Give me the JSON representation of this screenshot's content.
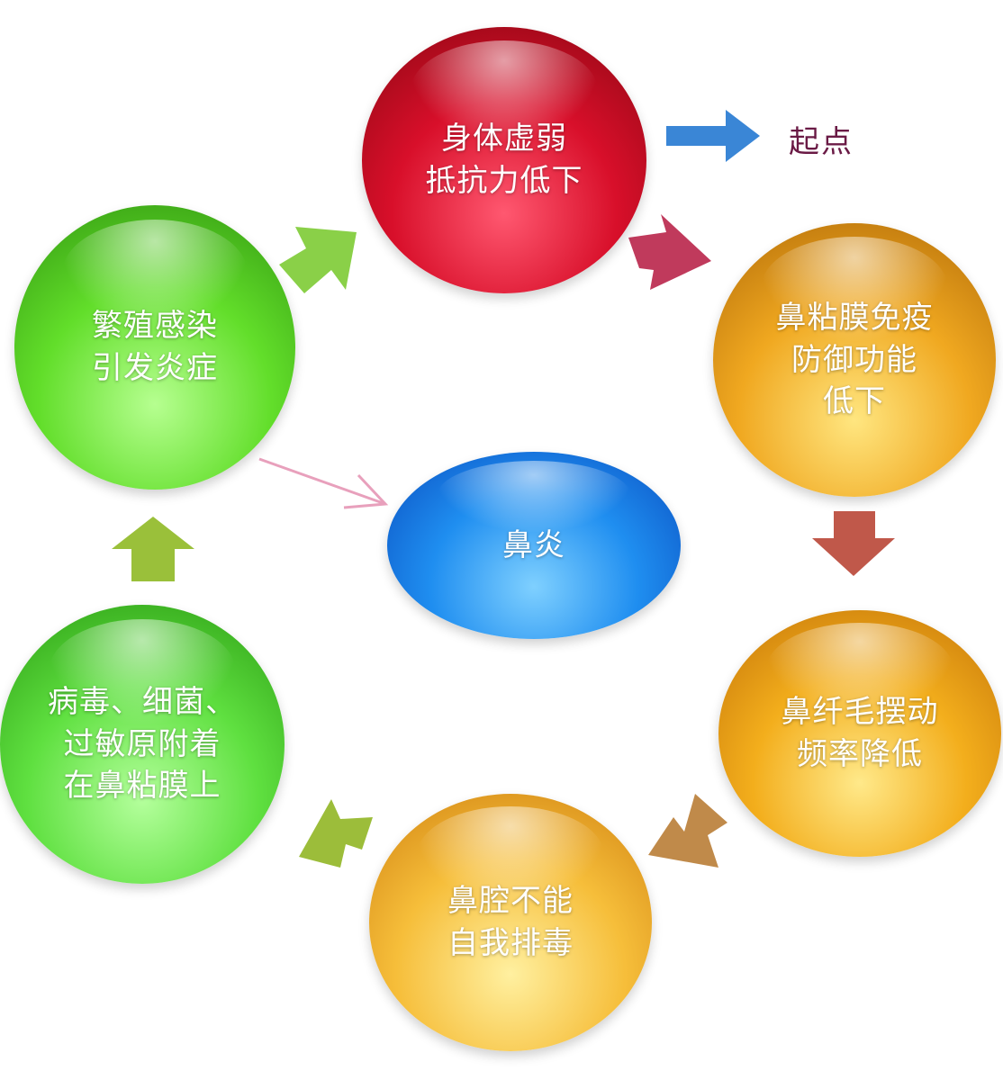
{
  "nodes": {
    "weak_body": {
      "line1": "身体虚弱",
      "line2": "抵抗力低下"
    },
    "mucosa_immunity": {
      "line1": "鼻粘膜免疫",
      "line2": "防御功能",
      "line3": "低下"
    },
    "cilia": {
      "line1": "鼻纤毛摆动",
      "line2": "频率降低"
    },
    "self_clean": {
      "line1": "鼻腔不能",
      "line2": "自我排毒"
    },
    "pathogens": {
      "line1": "病毒、细菌、",
      "line2": "过敏原附着",
      "line3": "在鼻粘膜上"
    },
    "infection": {
      "line1": "繁殖感染",
      "line2": "引发炎症"
    },
    "center": {
      "label": "鼻炎"
    }
  },
  "start_label": "起点",
  "colors": {
    "start_arrow": "#3a86d6",
    "arrow_red_to_orange": "#c03a5c",
    "arrow_orange_to_orange": "#c0584a",
    "arrow_orange_to_yellow": "#c08a4a",
    "arrow_yellow_to_green": "#9cbd3a",
    "arrow_green_up": "#9ac03a",
    "arrow_green_to_red": "#8ad048",
    "arrow_to_center": "#e8a0bc"
  }
}
